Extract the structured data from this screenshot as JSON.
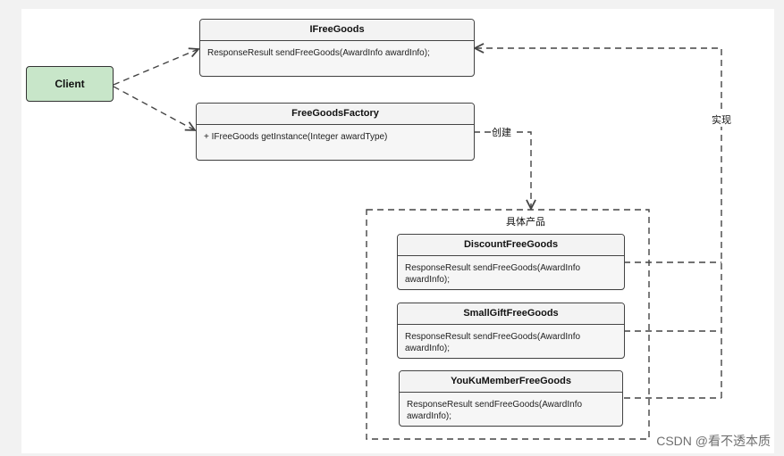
{
  "diagram": {
    "client": "Client",
    "interface": {
      "title": "IFreeGoods",
      "method": "ResponseResult sendFreeGoods(AwardInfo awardInfo);"
    },
    "factory": {
      "title": "FreeGoodsFactory",
      "method": "+ IFreeGoods getInstance(Integer awardType)"
    },
    "group_label": "具体产品",
    "create_label": "创建",
    "implement_label": "实现",
    "products": [
      {
        "title": "DiscountFreeGoods",
        "method_line1": "ResponseResult sendFreeGoods(AwardInfo",
        "method_line2": "awardInfo);"
      },
      {
        "title": "SmallGiftFreeGoods",
        "method_line1": "ResponseResult sendFreeGoods(AwardInfo",
        "method_line2": "awardInfo);"
      },
      {
        "title": "YouKuMemberFreeGoods",
        "method_line1": "ResponseResult sendFreeGoods(AwardInfo",
        "method_line2": "awardInfo);"
      }
    ],
    "watermark": "CSDN @看不透本质"
  }
}
